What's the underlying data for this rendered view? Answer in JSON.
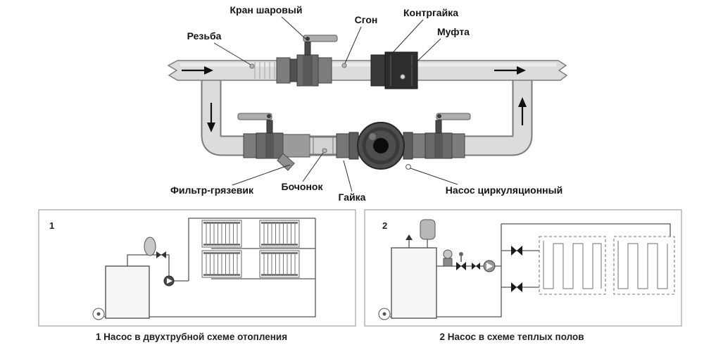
{
  "labels": {
    "ball_valve": "Кран шаровый",
    "union_nipple": "Сгон",
    "locknut": "Контргайка",
    "coupling": "Муфта",
    "thread": "Резьба",
    "dirt_filter": "Фильтр-грязевик",
    "barrel_nipple": "Бочонок",
    "nut": "Гайка",
    "circulation_pump": "Насос циркуляционный"
  },
  "schemes": [
    {
      "number": "1",
      "caption": "1 Насос в двухтрубной схеме отопления"
    },
    {
      "number": "2",
      "caption": "2 Насос в схеме теплых полов"
    }
  ],
  "colors": {
    "background": "#ffffff",
    "pipe_fill": "#dcdcdc",
    "pipe_outline": "#7a7a7a",
    "dark_fitting": "#2d2d2d",
    "scheme_line": "#565656",
    "text": "#141414"
  }
}
